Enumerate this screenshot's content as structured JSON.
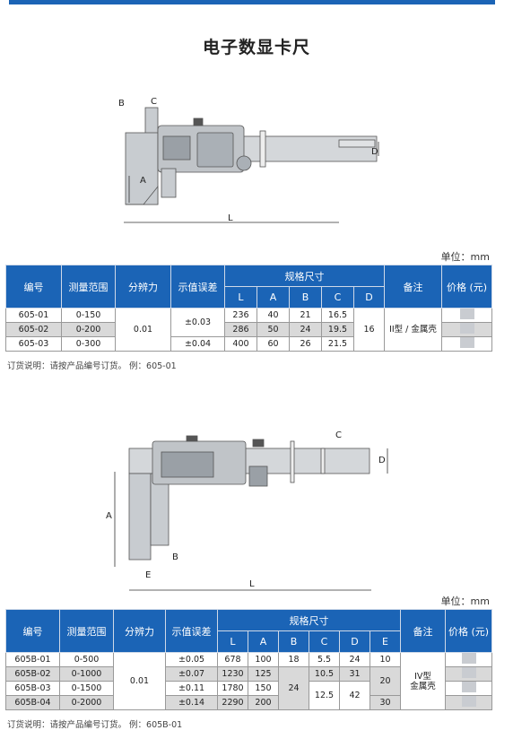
{
  "title": "电子数显卡尺",
  "unit_label": "单位：mm",
  "diagram1": {
    "labels": {
      "b": "B",
      "c": "C",
      "a": "A",
      "d": "D",
      "l": "L"
    }
  },
  "diagram2": {
    "labels": {
      "c": "C",
      "d": "D",
      "a": "A",
      "b": "B",
      "e": "E",
      "l": "L"
    }
  },
  "headers": {
    "code": "编号",
    "range": "测量范围",
    "resolution": "分辨力",
    "error": "示值误差",
    "dims": "规格尺寸",
    "remarks": "备注",
    "price": "价格 (元)",
    "L": "L",
    "A": "A",
    "B": "B",
    "C": "C",
    "D": "D",
    "E": "E"
  },
  "table1": {
    "resolution": "0.01",
    "d_shared": "16",
    "remark": "II型 / 金属壳",
    "rows": [
      {
        "code": "605-01",
        "range": "0-150",
        "L": "236",
        "A": "40",
        "B": "21",
        "C": "16.5"
      },
      {
        "code": "605-02",
        "range": "0-200",
        "L": "286",
        "A": "50",
        "B": "24",
        "C": "19.5"
      },
      {
        "code": "605-03",
        "range": "0-300",
        "L": "400",
        "A": "60",
        "B": "26",
        "C": "21.5"
      }
    ],
    "errors": [
      "±0.03",
      "±0.04"
    ]
  },
  "order1": "订货说明：请按产品编号订货。  例：605-01",
  "table2": {
    "resolution": "0.01",
    "remark": "IV型\n金属壳",
    "b_shared": "24",
    "c_shared": "12.5",
    "d_shared": "42",
    "e_shared": "20",
    "rows": [
      {
        "code": "605B-01",
        "range": "0-500",
        "error": "±0.05",
        "L": "678",
        "A": "100",
        "B": "18",
        "C": "5.5",
        "D": "24",
        "E": "10"
      },
      {
        "code": "605B-02",
        "range": "0-1000",
        "error": "±0.07",
        "L": "1230",
        "A": "125",
        "C": "10.5",
        "D": "31"
      },
      {
        "code": "605B-03",
        "range": "0-1500",
        "error": "±0.11",
        "L": "1780",
        "A": "150"
      },
      {
        "code": "605B-04",
        "range": "0-2000",
        "error": "±0.14",
        "L": "2290",
        "A": "200",
        "E": "30"
      }
    ]
  },
  "order2": "订货说明：请按产品编号订货。  例：605B-01"
}
